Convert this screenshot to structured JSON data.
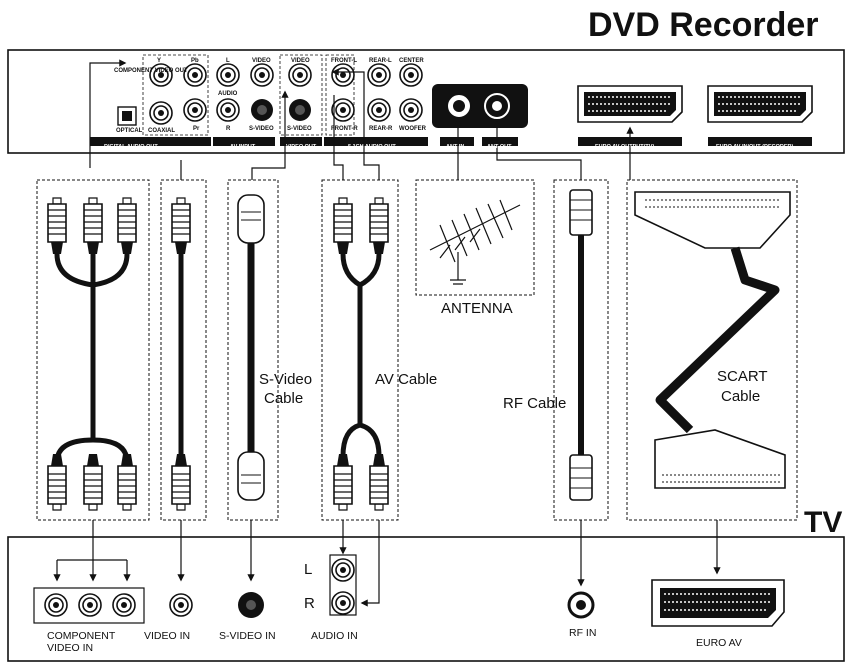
{
  "title": "DVD Recorder",
  "tv_title": "TV",
  "recorder_panel": {
    "component_video_out_label": "COMPONENT VIDEO OUT",
    "component_jacks": [
      "Y",
      "Pb",
      "Pr"
    ],
    "optical_label": "OPTICAL",
    "coaxial_label": "COAXIAL",
    "digital_audio_out_label": "DIGITAL AUDIO OUT",
    "av_input": {
      "l": "L",
      "audio": "AUDIO",
      "r": "R",
      "video": "VIDEO",
      "svideo": "S-VIDEO",
      "bar": "AV INPUT"
    },
    "video_out": {
      "video": "VIDEO",
      "svideo": "S-VIDEO",
      "bar": "VIDEO OUT"
    },
    "audio_51": {
      "front_l": "FRONT-L",
      "rear_l": "REAR-L",
      "center": "CENTER",
      "front_r": "FRONT-R",
      "rear_r": "REAR-R",
      "woofer": "WOOFER",
      "bar": "5.1CH AUDIO OUT"
    },
    "ant_in": "ANT IN",
    "ant_out": "ANT OUT",
    "euro_av_output": "EURO AV OUTPUT(TV)",
    "euro_av_decoder": "EURO AV IN/OUT (DECODER)"
  },
  "cables": {
    "antenna": "ANTENNA",
    "svideo_1": "S-Video",
    "svideo_2": "Cable",
    "av": "AV Cable",
    "rf": "RF Cable",
    "scart_1": "SCART",
    "scart_2": "Cable"
  },
  "tv_panel": {
    "component_video_in_1": "COMPONENT",
    "component_video_in_2": "VIDEO IN",
    "video_in": "VIDEO IN",
    "svideo_in": "S-VIDEO IN",
    "audio_in": "AUDIO IN",
    "audio_l": "L",
    "audio_r": "R",
    "rf_in": "RF IN",
    "euro_av": "EURO AV"
  }
}
